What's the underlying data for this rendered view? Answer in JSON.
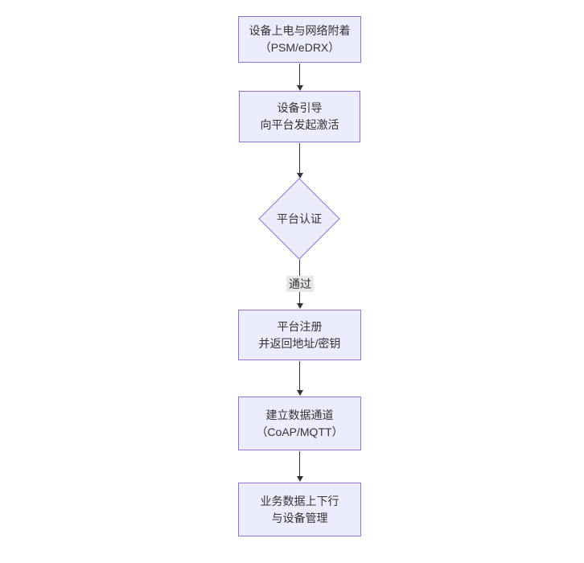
{
  "diagram": {
    "type": "flowchart",
    "direction": "top-down",
    "nodes": [
      {
        "id": "A",
        "shape": "rect",
        "lines": [
          "设备上电与网络附着",
          "（PSM/eDRX）"
        ]
      },
      {
        "id": "B",
        "shape": "rect",
        "lines": [
          "设备引导",
          "向平台发起激活"
        ]
      },
      {
        "id": "C",
        "shape": "diamond",
        "lines": [
          "平台认证"
        ]
      },
      {
        "id": "D",
        "shape": "rect",
        "lines": [
          "平台注册",
          "并返回地址/密钥"
        ]
      },
      {
        "id": "E",
        "shape": "rect",
        "lines": [
          "建立数据通道",
          "（CoAP/MQTT）"
        ]
      },
      {
        "id": "F",
        "shape": "rect",
        "lines": [
          "业务数据上下行",
          "与设备管理"
        ]
      }
    ],
    "edges": [
      {
        "from": "A",
        "to": "B",
        "label": ""
      },
      {
        "from": "B",
        "to": "C",
        "label": ""
      },
      {
        "from": "C",
        "to": "D",
        "label": "通过"
      },
      {
        "from": "D",
        "to": "E",
        "label": ""
      },
      {
        "from": "E",
        "to": "F",
        "label": ""
      }
    ],
    "colors": {
      "node_fill": "#ECECFF",
      "node_border": "#9370DB",
      "text": "#333333",
      "edge": "#333333",
      "edge_label_bg": "#e8e8e8",
      "background": "#ffffff"
    }
  }
}
